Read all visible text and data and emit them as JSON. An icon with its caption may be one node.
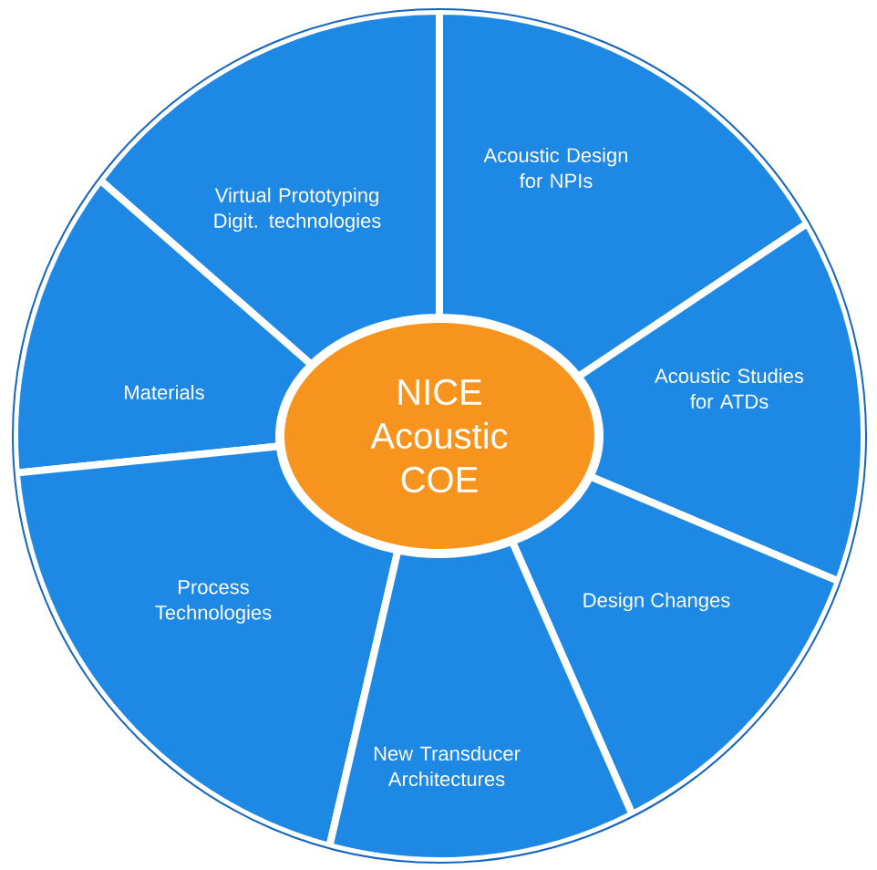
{
  "diagram": {
    "nodes": [
      {
        "text": [
          "NICE Acoustic COE"
        ]
      },
      {
        "text": [
          "Virtual Prototyping Digit. technologies"
        ]
      },
      {
        "text": [
          "Acoustic Design for NPIs"
        ]
      },
      {
        "text": [
          "Materials"
        ]
      },
      {
        "text": [
          "Acoustic Studies for ATDs"
        ]
      },
      {
        "text": [
          "Process Technologies"
        ]
      },
      {
        "text": [
          "Design Changes"
        ]
      },
      {
        "text": [
          "New Transducer Architectures"
        ]
      }
    ]
  }
}
